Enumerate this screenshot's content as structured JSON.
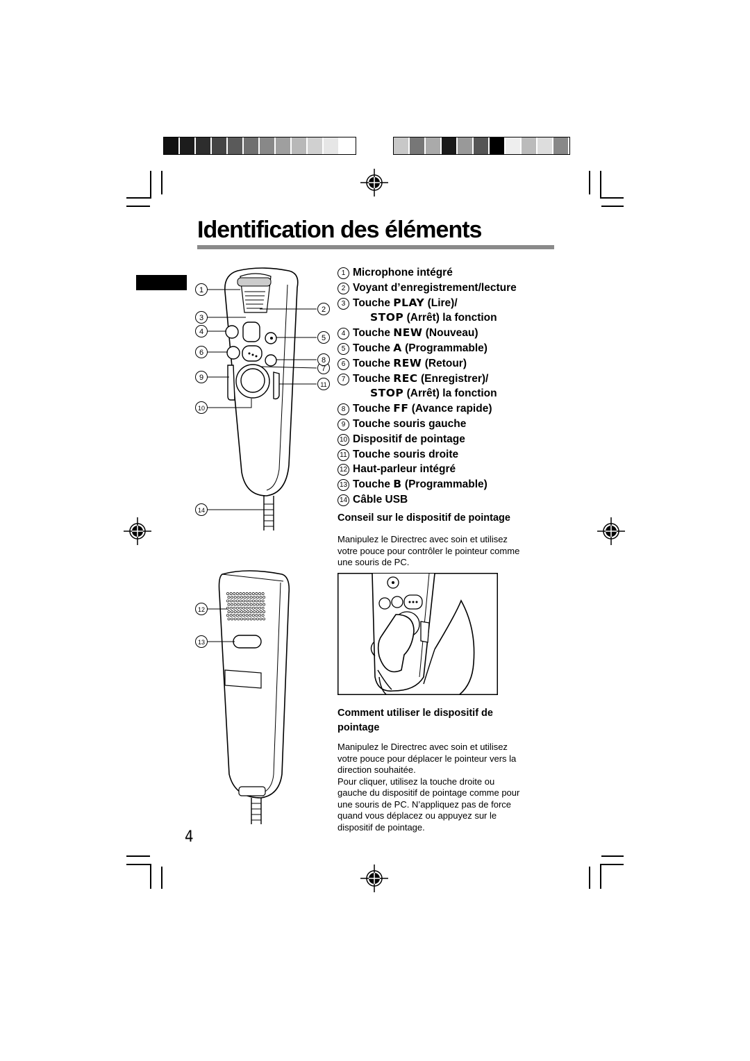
{
  "page": {
    "title": "Identification des éléments",
    "page_number": "4"
  },
  "parts_list": [
    {
      "num": "1",
      "text": "Microphone intégré"
    },
    {
      "num": "2",
      "text": "Voyant d’enregistrement/lecture"
    },
    {
      "num": "3",
      "pre": "Touche ",
      "key": "PLAY",
      "post": " (Lire)/"
    },
    {
      "cont": true,
      "key": "STOP",
      "post": " (Arrêt) la fonction"
    },
    {
      "num": "4",
      "pre": "Touche ",
      "key": "NEW",
      "post": " (Nouveau)"
    },
    {
      "num": "5",
      "pre": "Touche ",
      "key": "A",
      "post": " (Programmable)"
    },
    {
      "num": "6",
      "pre": "Touche ",
      "key": "REW",
      "post": " (Retour)"
    },
    {
      "num": "7",
      "pre": "Touche ",
      "key": "REC",
      "post": " (Enregistrer)/"
    },
    {
      "cont": true,
      "key": "STOP",
      "post": " (Arrêt) la fonction"
    },
    {
      "num": "8",
      "pre": "Touche ",
      "key": "FF",
      "post": " (Avance rapide)"
    },
    {
      "num": "9",
      "text": "Touche souris gauche"
    },
    {
      "num": "10",
      "text": "Dispositif de pointage"
    },
    {
      "num": "11",
      "text": "Touche souris droite"
    },
    {
      "num": "12",
      "text": "Haut-parleur intégré"
    },
    {
      "num": "13",
      "pre": "Touche ",
      "key": "B",
      "post": " (Programmable)"
    },
    {
      "num": "14",
      "text": "Câble USB"
    }
  ],
  "tip": {
    "heading": "Conseil sur le dispositif de pointage",
    "lines": [
      "Manipulez le Directrec avec soin et utilisez",
      "votre pouce pour contrôler le pointeur comme",
      "une souris de PC."
    ]
  },
  "howto": {
    "heading_lines": [
      "Comment utiliser le dispositif de",
      "pointage"
    ],
    "lines": [
      "Manipulez le Directrec avec soin et utilisez",
      "votre pouce pour déplacer le pointeur vers la",
      "direction souhaitée.",
      "Pour cliquer, utilisez la touche droite ou",
      "gauche du dispositif de pointage comme pour",
      "une souris de PC. N’appliquez pas de force",
      "quand vous déplacez ou appuyez sur le",
      "dispositif de pointage."
    ]
  },
  "diagram_callouts": {
    "front": [
      "1",
      "2",
      "3",
      "4",
      "5",
      "6",
      "7",
      "8",
      "9",
      "10",
      "11",
      "14"
    ],
    "back": [
      "12",
      "13"
    ]
  },
  "colors": {
    "registration_bar_left": [
      "#111111",
      "#1c1c1c",
      "#2d2d2d",
      "#444444",
      "#5a5a5a",
      "#707070",
      "#888888",
      "#9f9f9f",
      "#b8b8b8",
      "#d0d0d0",
      "#e6e6e6",
      "#ffffff"
    ],
    "registration_bar_right": [
      "#c8c8c8",
      "#777777",
      "#aaaaaa",
      "#1a1a1a",
      "#999999",
      "#555555",
      "#000000",
      "#eeeeee",
      "#bbbbbb",
      "#dddddd",
      "#888888"
    ],
    "title_rule": "#8a8a8a"
  }
}
